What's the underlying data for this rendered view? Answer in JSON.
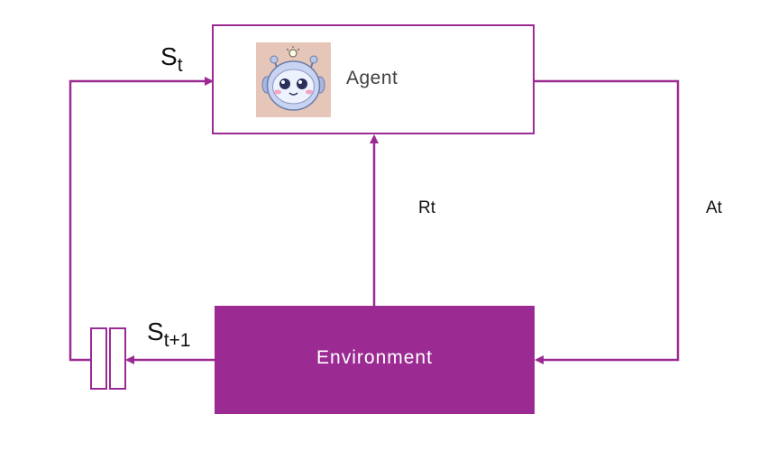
{
  "diagram": {
    "agent": {
      "label": "Agent",
      "avatar_icon": "robot-avatar-icon"
    },
    "environment": {
      "label": "Environment"
    },
    "state_label": {
      "base": "S",
      "sub": "t"
    },
    "next_state_label": {
      "base": "S",
      "sub": "t+1"
    },
    "reward_label": "Rt",
    "action_label": "At"
  },
  "colors": {
    "accent": "#9b2b93",
    "text": "#404040"
  }
}
